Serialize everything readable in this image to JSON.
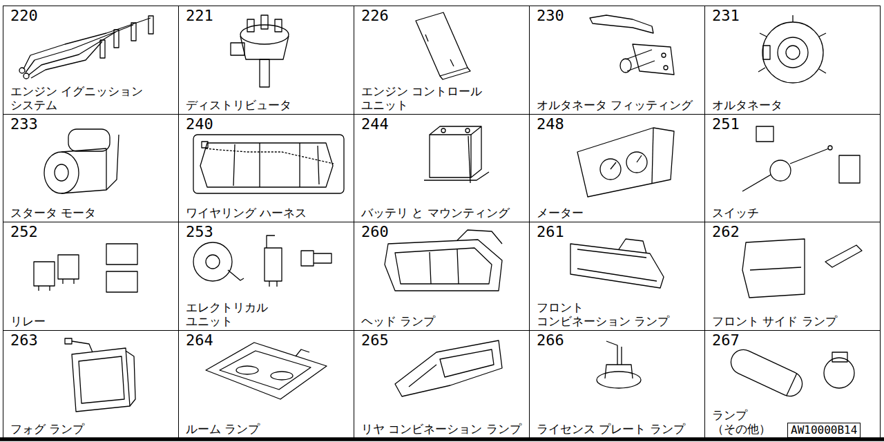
{
  "diagram": {
    "nodes": [
      {
        "text": [
          "220",
          "エンジン イグニッション システム"
        ]
      },
      {
        "text": [
          "221",
          "ディストリビュータ"
        ]
      },
      {
        "text": [
          "226",
          "エンジン コントロール ユニット"
        ]
      },
      {
        "text": [
          "230",
          "オルタネータ フィッティング"
        ]
      },
      {
        "text": [
          "231",
          "オルタネータ"
        ]
      },
      {
        "text": [
          "233",
          "スタータ モータ"
        ]
      },
      {
        "text": [
          "240",
          "ワイヤリング ハーネス"
        ]
      },
      {
        "text": [
          "244",
          "バッテリ と マウンティング"
        ]
      },
      {
        "text": [
          "248",
          "メーター"
        ]
      },
      {
        "text": [
          "251",
          "スイッチ"
        ]
      },
      {
        "text": [
          "252",
          "リレー"
        ]
      },
      {
        "text": [
          "253",
          "エレクトリカル ユニット"
        ]
      },
      {
        "text": [
          "260",
          "ヘッド ランプ"
        ]
      },
      {
        "text": [
          "261",
          "フロント コンビネーション ランプ"
        ]
      },
      {
        "text": [
          "262",
          "フロント サイド ランプ"
        ]
      },
      {
        "text": [
          "263",
          "フォグ ランプ"
        ]
      },
      {
        "text": [
          "264",
          "ルーム ランプ"
        ]
      },
      {
        "text": [
          "265",
          "リヤ コンビネーション ランプ"
        ]
      },
      {
        "text": [
          "266",
          "ライセンス プレート ランプ"
        ]
      },
      {
        "text": [
          "267",
          "ランプ （その他）"
        ]
      }
    ],
    "labels": [
      "AW10000B14"
    ]
  }
}
